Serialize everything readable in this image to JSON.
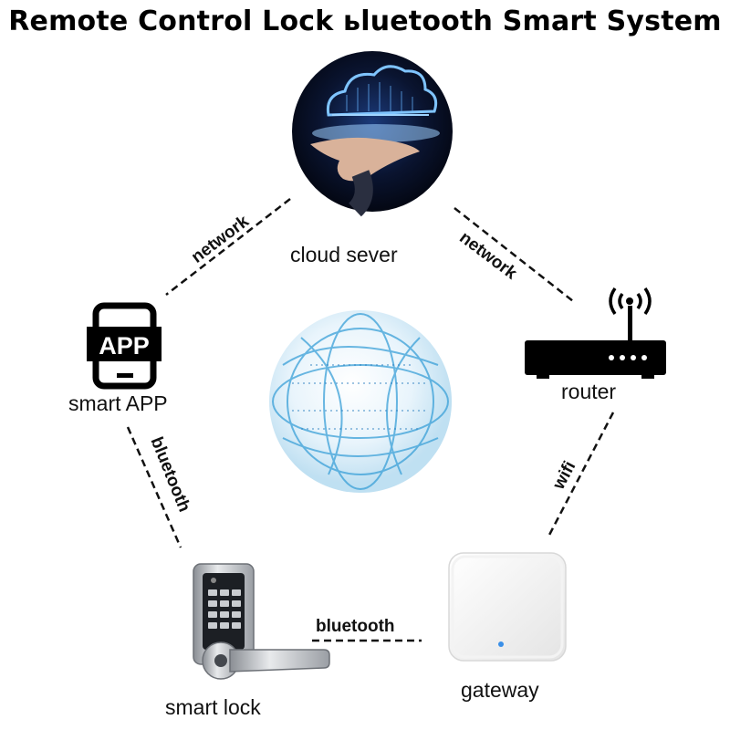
{
  "title": "Remote Control Lock ьluetooth Smart System",
  "nodes": {
    "cloud": "cloud sever",
    "app": "smart APP",
    "app_icon_text": "APP",
    "router": "router",
    "lock": "smart lock",
    "gateway": "gateway"
  },
  "edges": {
    "cloud_app": "network",
    "cloud_router": "network",
    "app_lock": "bluetooth",
    "router_gateway": "wifi",
    "lock_gateway": "bluetooth"
  },
  "colors": {
    "sphere": "#3aa0d8",
    "cloud_glow": "#5fb0ff",
    "frame": "#000000"
  }
}
